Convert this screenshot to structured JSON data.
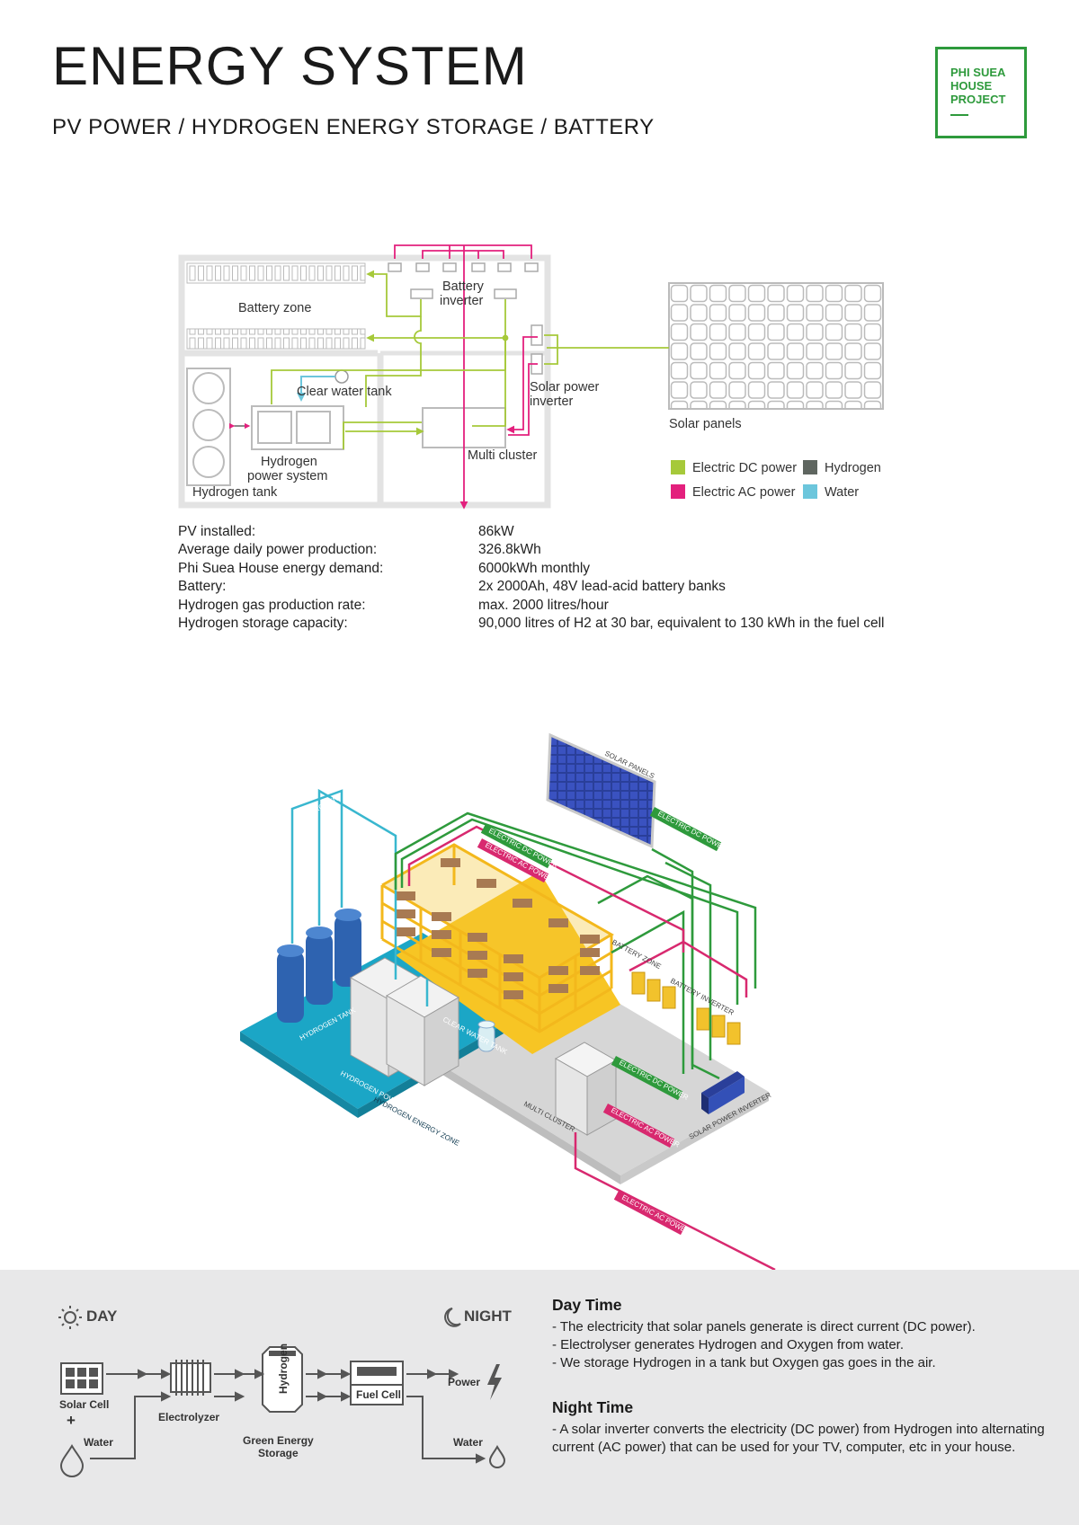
{
  "header": {
    "title": "ENERGY SYSTEM",
    "subtitle": "PV POWER / HYDROGEN ENERGY STORAGE / BATTERY",
    "logo_text": "PHI SUEA\nHOUSE\nPROJECT"
  },
  "schematic": {
    "labels": {
      "battery_zone": "Battery zone",
      "battery_inverter": "Battery\ninverter",
      "clear_water_tank": "Clear water tank",
      "solar_power_inverter": "Solar power\ninverter",
      "hydrogen_power_system": "Hydrogen\npower system",
      "hydrogen_tank": "Hydrogen tank",
      "multi_cluster": "Multi cluster",
      "solar_panels": "Solar panels"
    },
    "legend": [
      {
        "label": "Electric DC power",
        "color": "#a6c93a"
      },
      {
        "label": "Hydrogen",
        "color": "#5f6660"
      },
      {
        "label": "Electric AC power",
        "color": "#e3207d"
      },
      {
        "label": "Water",
        "color": "#6cc6dc"
      }
    ]
  },
  "specs": [
    {
      "key": "PV installed:",
      "value": "86kW"
    },
    {
      "key": "Average daily power production:",
      "value": "326.8kWh"
    },
    {
      "key": "Phi Suea House energy demand:",
      "value": "6000kWh monthly"
    },
    {
      "key": "Battery:",
      "value": "2x 2000Ah, 48V lead-acid battery banks"
    },
    {
      "key": "Hydrogen gas production rate:",
      "value": "max. 2000 litres/hour"
    },
    {
      "key": "Hydrogen storage capacity:",
      "value": "90,000 litres of H2 at 30 bar, equivalent to 130 kWh in the fuel cell"
    }
  ],
  "iso": {
    "solar_panels": "SOLAR PANELS",
    "hydrogen": "HYDROGEN",
    "electric_dc_power": "ELECTRIC DC POWER",
    "electric_ac_power": "ELECTRIC AC POWER",
    "battery_zone": "BATTERY ZONE",
    "battery_inverter": "BATTERY INVERTER",
    "hydrogen_tank": "HYDROGEN TANK",
    "hydrogen_power_system": "HYDROGEN POWER SYSTEM",
    "clear_water_tank": "CLEAR WATER TANK",
    "hydrogen_energy_zone": "HYDROGEN ENERGY ZONE",
    "multi_cluster": "MULTI CLUSTER",
    "solar_power_inverter": "SOLAR POWER INVERTER"
  },
  "flow": {
    "day": "DAY",
    "night": "NIGHT",
    "solar_cell": "Solar Cell",
    "plus": "+",
    "water_in": "Water",
    "electrolyzer": "Electrolyzer",
    "hydrogen": "Hydrogen",
    "green_energy_storage": "Green Energy\nStorage",
    "fuel_cell": "Fuel Cell",
    "power": "Power",
    "water_out": "Water"
  },
  "description": {
    "day_title": "Day Time",
    "day_lines": [
      "- The electricity that solar panels generate is direct current (DC power).",
      "- Electrolyser generates Hydrogen and Oxygen from water.",
      "- We storage Hydrogen in a tank but Oxygen gas goes in the air."
    ],
    "night_title": "Night Time",
    "night_text": "- A solar inverter converts the electricity (DC power) from Hydrogen into alternating current (AC power) that can be used for your TV, computer, etc in your house."
  }
}
